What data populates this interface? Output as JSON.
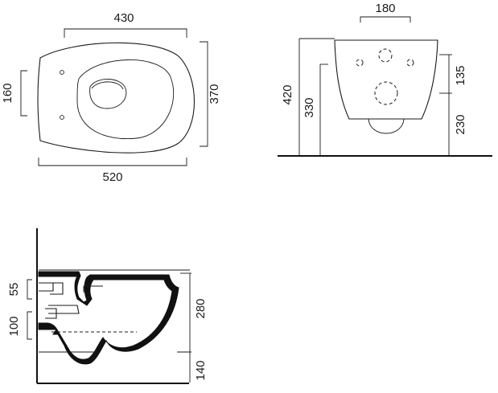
{
  "diagram": {
    "top_view": {
      "top_width": "430",
      "bottom_width": "520",
      "depth": "370",
      "hole_spacing": "160"
    },
    "front_view": {
      "width": "180",
      "total_height": "420",
      "rim_height": "330",
      "upper_offset": "135",
      "lower_offset": "230"
    },
    "side_view": {
      "top_offset": "55",
      "outlet_height": "100",
      "body_height": "280",
      "floor_offset": "140"
    }
  }
}
